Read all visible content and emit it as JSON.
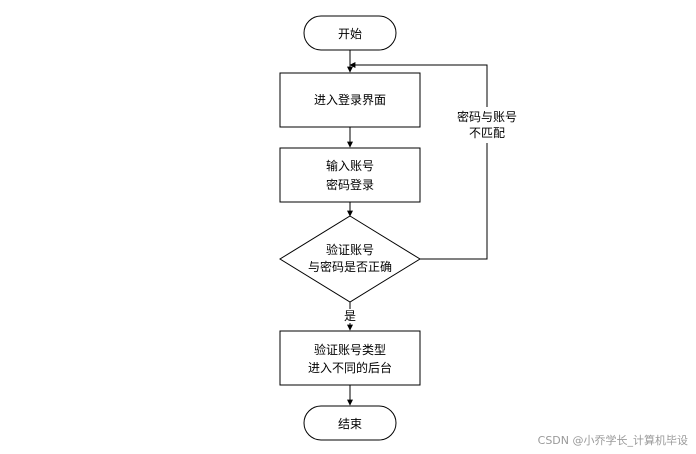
{
  "flowchart": {
    "start": {
      "label": "开始"
    },
    "enter_login": {
      "label": "进入登录界面"
    },
    "input_credentials": {
      "line1": "输入账号",
      "line2": "密码登录"
    },
    "check_credentials": {
      "line1": "验证账号",
      "line2": "与密码是否正确"
    },
    "verify_type": {
      "line1": "验证账号类型",
      "line2": "进入不同的后台"
    },
    "end": {
      "label": "结束"
    },
    "edge_yes": {
      "label": "是"
    },
    "edge_mismatch": {
      "line1": "密码与账号",
      "line2": "不匹配"
    }
  },
  "watermark": {
    "text": "CSDN @小乔学长_计算机毕设"
  },
  "colors": {
    "stroke": "#000000",
    "fill": "#ffffff",
    "watermark": "#9a9a9a"
  }
}
